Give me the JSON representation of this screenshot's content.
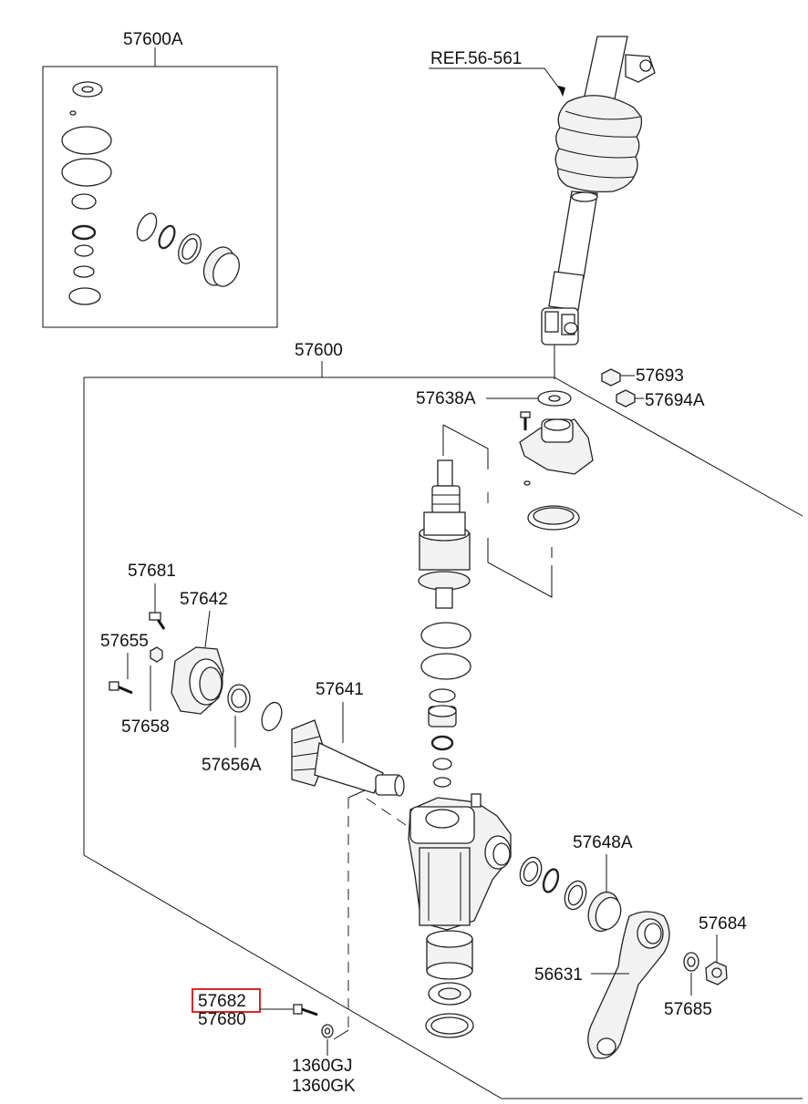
{
  "diagram": {
    "labels": {
      "kit": "57600A",
      "ref": "REF.56-561",
      "assembly": "57600",
      "p57693": "57693",
      "p57694a": "57694A",
      "p57638a": "57638A",
      "p57681": "57681",
      "p57642": "57642",
      "p57655": "57655",
      "p57658": "57658",
      "p57641": "57641",
      "p57656a": "57656A",
      "p57648a": "57648A",
      "p57684": "57684",
      "p56631": "56631",
      "p57685": "57685",
      "p57682": "57682",
      "p57680": "57680",
      "p1360gj": "1360GJ",
      "p1360gk": "1360GK"
    },
    "highlight_color": "#d6282e"
  }
}
